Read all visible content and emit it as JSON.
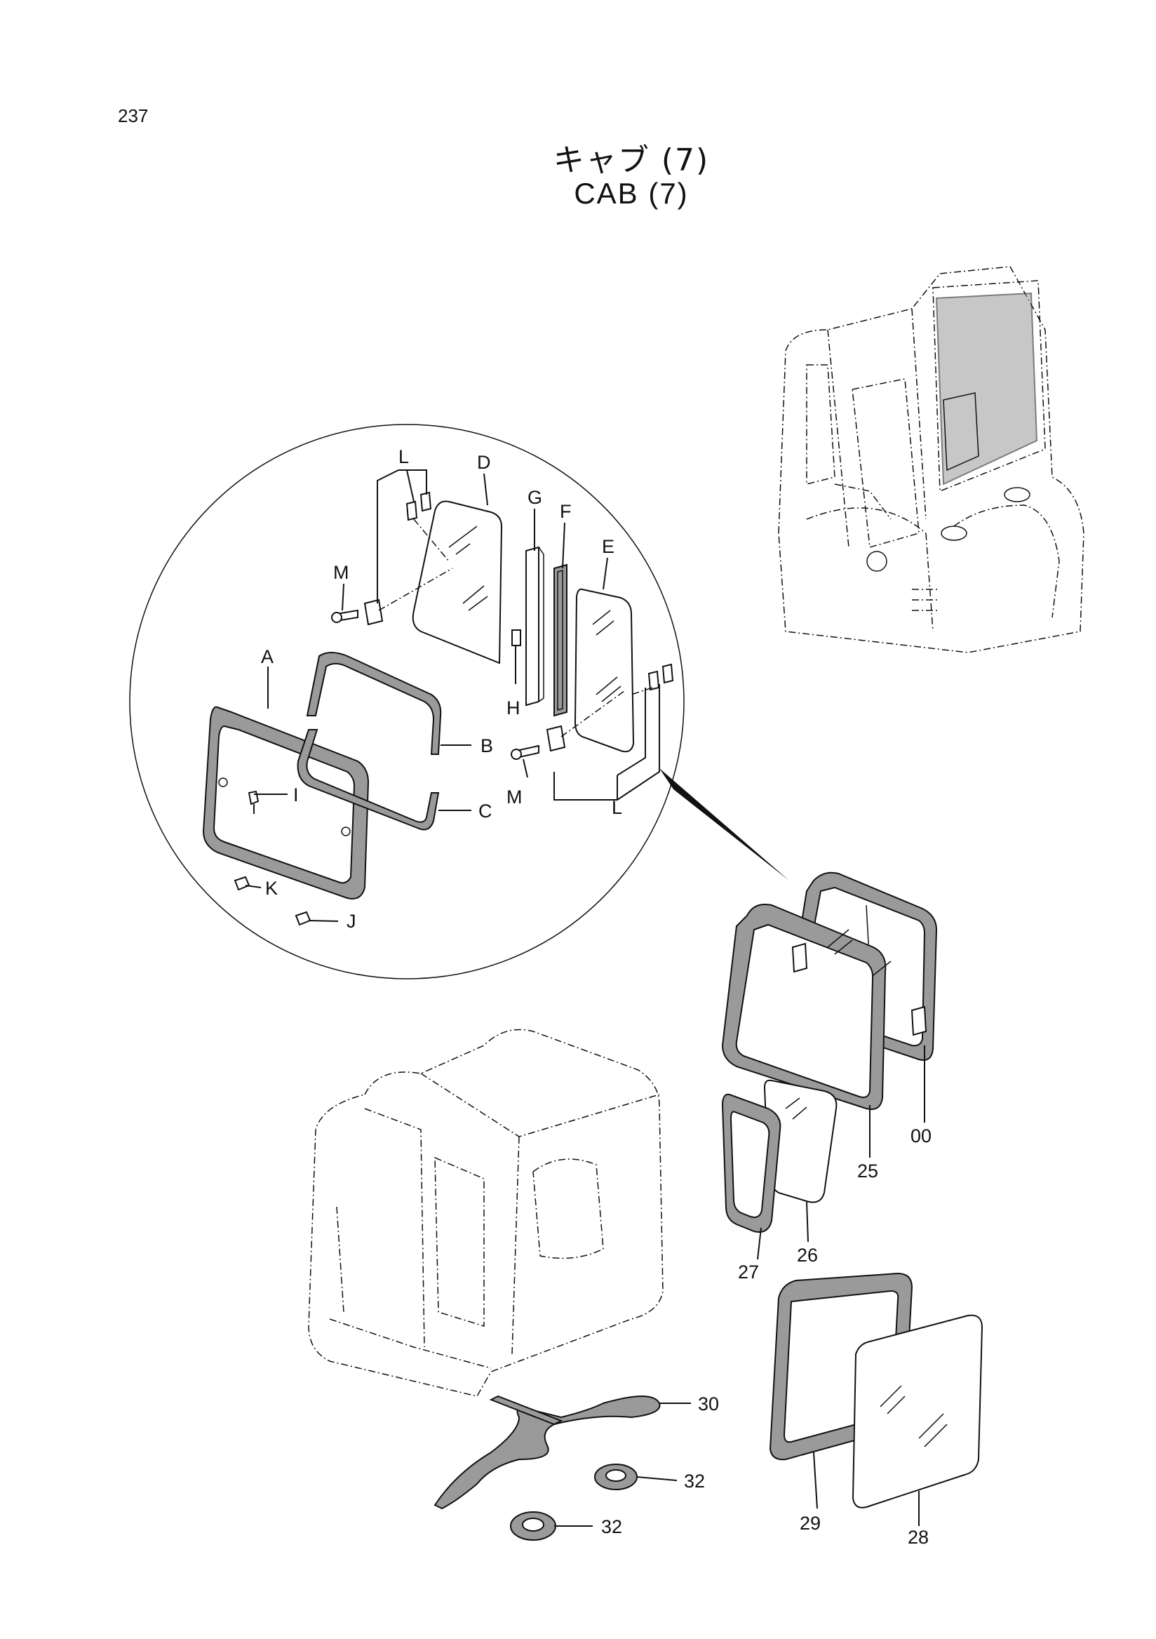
{
  "page_number": "237",
  "title_jp": "キャブ (7)",
  "title_en": "CAB (7)",
  "callouts": {
    "A": "A",
    "B": "B",
    "C": "C",
    "D": "D",
    "E": "E",
    "F": "F",
    "G": "G",
    "H": "H",
    "I": "I",
    "J": "J",
    "K": "K",
    "L1": "L",
    "L2": "L",
    "M1": "M",
    "M2": "M"
  },
  "part_numbers": {
    "p00": "00",
    "p25": "25",
    "p26": "26",
    "p27": "27",
    "p28": "28",
    "p29": "29",
    "p30": "30",
    "p32a": "32",
    "p32b": "32"
  }
}
